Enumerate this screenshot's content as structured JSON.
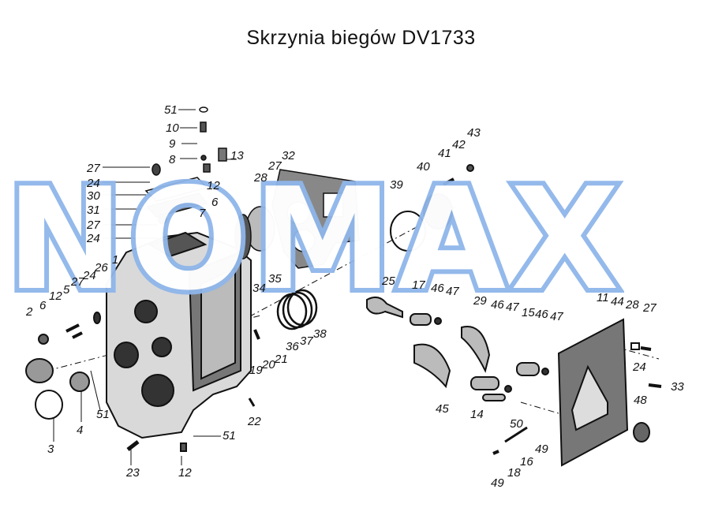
{
  "title": "Skrzynia biegów DV1733",
  "watermark": "NOMAX",
  "labels": [
    "51",
    "10",
    "9",
    "8",
    "13",
    "27",
    "24",
    "30",
    "31",
    "27",
    "24",
    "12",
    "6",
    "7",
    "28",
    "27",
    "32",
    "34",
    "35",
    "26",
    "1",
    "24",
    "27",
    "5",
    "12",
    "6",
    "2",
    "36",
    "37",
    "38",
    "19",
    "20",
    "21",
    "22",
    "51",
    "12",
    "23",
    "3",
    "4",
    "51",
    "39",
    "40",
    "41",
    "42",
    "43",
    "25",
    "17",
    "46",
    "47",
    "29",
    "46",
    "47",
    "15",
    "46",
    "47",
    "11",
    "44",
    "28",
    "27",
    "24",
    "33",
    "48",
    "45",
    "14",
    "50",
    "49",
    "16",
    "18",
    "49"
  ],
  "colors": {
    "watermark": "#8fb6ea",
    "ink": "#111111"
  }
}
